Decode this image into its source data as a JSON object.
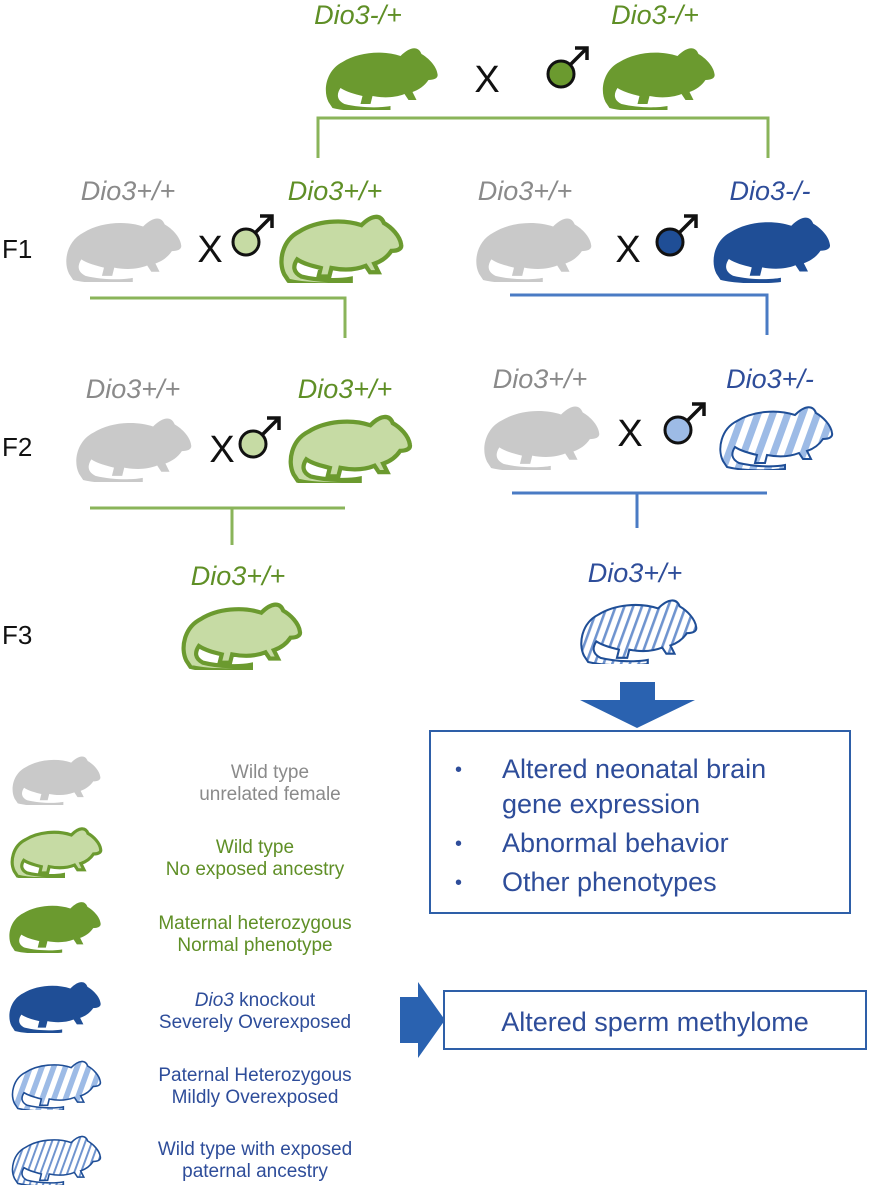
{
  "colors": {
    "gray": "#c9c9c9",
    "green_dark": "#6b9a2f",
    "green_light": "#c6dba4",
    "green_line": "#8ab45a",
    "blue_dark": "#1f4e96",
    "blue_line": "#4a7bc4",
    "blue_light": "#9dbbe6",
    "text_gray": "#8a8a8a",
    "text_green": "#5f8f26",
    "text_blue": "#2e4d9a"
  },
  "generations": {
    "f1": "F1",
    "f2": "F2",
    "f3": "F3"
  },
  "cross_symbol": "X",
  "genotypes": {
    "p0_female": "Dio3-/+",
    "p0_male": "Dio3-/+",
    "f1_left_female": "Dio3+/+",
    "f1_left_male": "Dio3+/+",
    "f1_right_female": "Dio3+/+",
    "f1_right_male": "Dio3-/-",
    "f2_left_female": "Dio3+/+",
    "f2_left_male": "Dio3+/+",
    "f2_right_female": "Dio3+/+",
    "f2_right_male": "Dio3+/-",
    "f3_left": "Dio3+/+",
    "f3_right": "Dio3+/+"
  },
  "outcomes": {
    "items": [
      "Altered neonatal brain",
      "gene expression",
      "Abnormal behavior",
      "Other phenotypes"
    ],
    "bullet": "•"
  },
  "methylome_box": "Altered sperm methylome",
  "legend": [
    {
      "line1": "Wild type",
      "line2": "unrelated female",
      "icon": "rat-gray-icon"
    },
    {
      "line1": "Wild type",
      "line2": "No exposed ancestry",
      "icon": "rat-light-green-icon"
    },
    {
      "line1": "Maternal heterozygous",
      "line2": "Normal phenotype",
      "icon": "rat-dark-green-icon"
    },
    {
      "line1": "Dio3",
      "line1b": " knockout",
      "line2": "Severely Overexposed",
      "icon": "rat-dark-blue-icon"
    },
    {
      "line1": "Paternal Heterozygous",
      "line2": "Mildly Overexposed",
      "icon": "rat-blue-striped-icon"
    },
    {
      "line1": "Wild type  with exposed",
      "line2": "paternal ancestry",
      "icon": "rat-blue-thin-striped-icon"
    }
  ]
}
